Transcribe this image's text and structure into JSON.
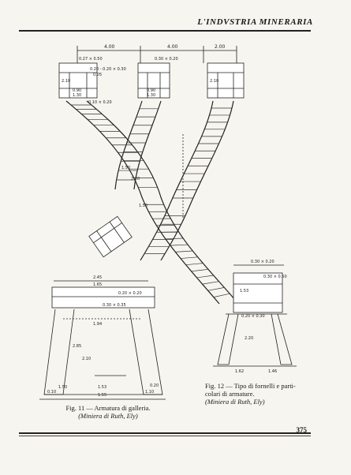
{
  "header": {
    "title": "L'INDVSTRIA MINERARIA"
  },
  "dimensions": {
    "top_spans": [
      "4.00",
      "4.00",
      "2.00"
    ],
    "left_box": [
      "0.27 × 0.50",
      "0.20 - 0.20 × 0.30",
      "0.05",
      "2.10",
      "0.90",
      "1.30",
      "0.10 × 0.20"
    ],
    "mid_box": [
      "0.30 × 0.20",
      "0.90",
      "1.30"
    ],
    "right_box": [
      "2.10"
    ],
    "center": [
      "1.50",
      "2.20",
      "1.50"
    ],
    "left_frame": [
      "2.45",
      "1.65",
      "0.20 × 0.20",
      "0.30 × 0.35",
      "1.94",
      "2.85",
      "2.10",
      "1.50",
      "1.53",
      "1.55",
      "0.10",
      "0.20",
      "1.10"
    ],
    "right_frame": [
      "0.30 × 0.20",
      "0.30 × 0.50",
      "0.20 × 0.30",
      "1.53",
      "2.20",
      "1.62",
      "1.46"
    ]
  },
  "captions": {
    "fig11": {
      "line1": "Fig. 11 — Armatura di galleria.",
      "line2": "(Miniera di Ruth, Ely)"
    },
    "fig12": {
      "line1": "Fig. 12 — Tipo di fornelli e parti-",
      "line2": "colari di armature.",
      "line3": "(Miniera di Ruth, Ely)"
    }
  },
  "footer": {
    "page_number": "375"
  }
}
